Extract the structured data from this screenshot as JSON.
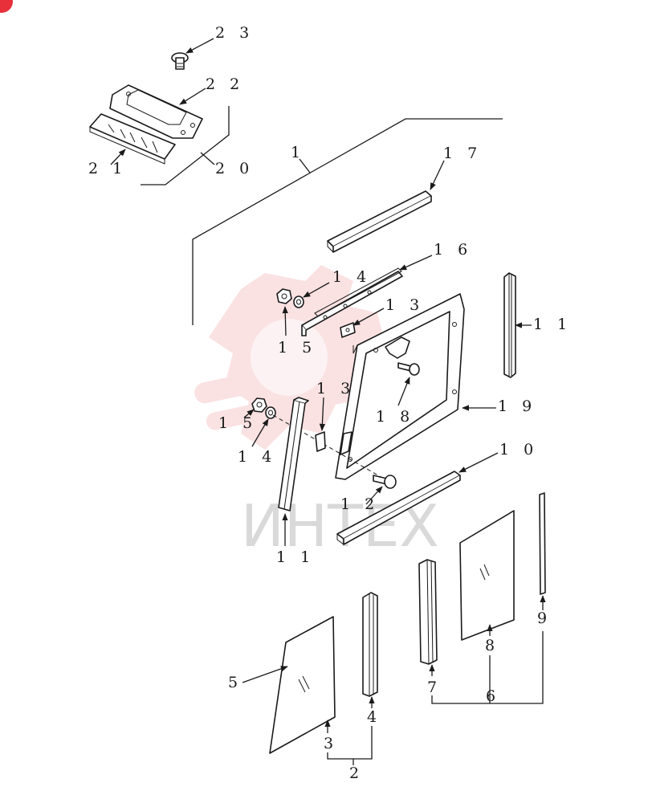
{
  "watermark": {
    "text": "ИНТЕХ",
    "accent": "#e8303a",
    "logo_color": "#f6c9cb"
  },
  "colors": {
    "ink": "#1a1a1a",
    "background": "#ffffff"
  },
  "callouts": {
    "c1": "1",
    "c2": "2",
    "c3": "3",
    "c4": "4",
    "c5": "5",
    "c6": "6",
    "c7": "7",
    "c8": "8",
    "c9": "9",
    "c10": "1 0",
    "c11a": "1 1",
    "c11b": "1 1",
    "c12": "1 2",
    "c13a": "1 3",
    "c13b": "1 3",
    "c14a": "1 4",
    "c14b": "1 4",
    "c15a": "1 5",
    "c15b": "1 5",
    "c16": "1 6",
    "c17": "1 7",
    "c18": "1 8",
    "c19": "1 9",
    "c20": "2 0",
    "c21": "2 1",
    "c22": "2 2",
    "c23": "2 3"
  }
}
